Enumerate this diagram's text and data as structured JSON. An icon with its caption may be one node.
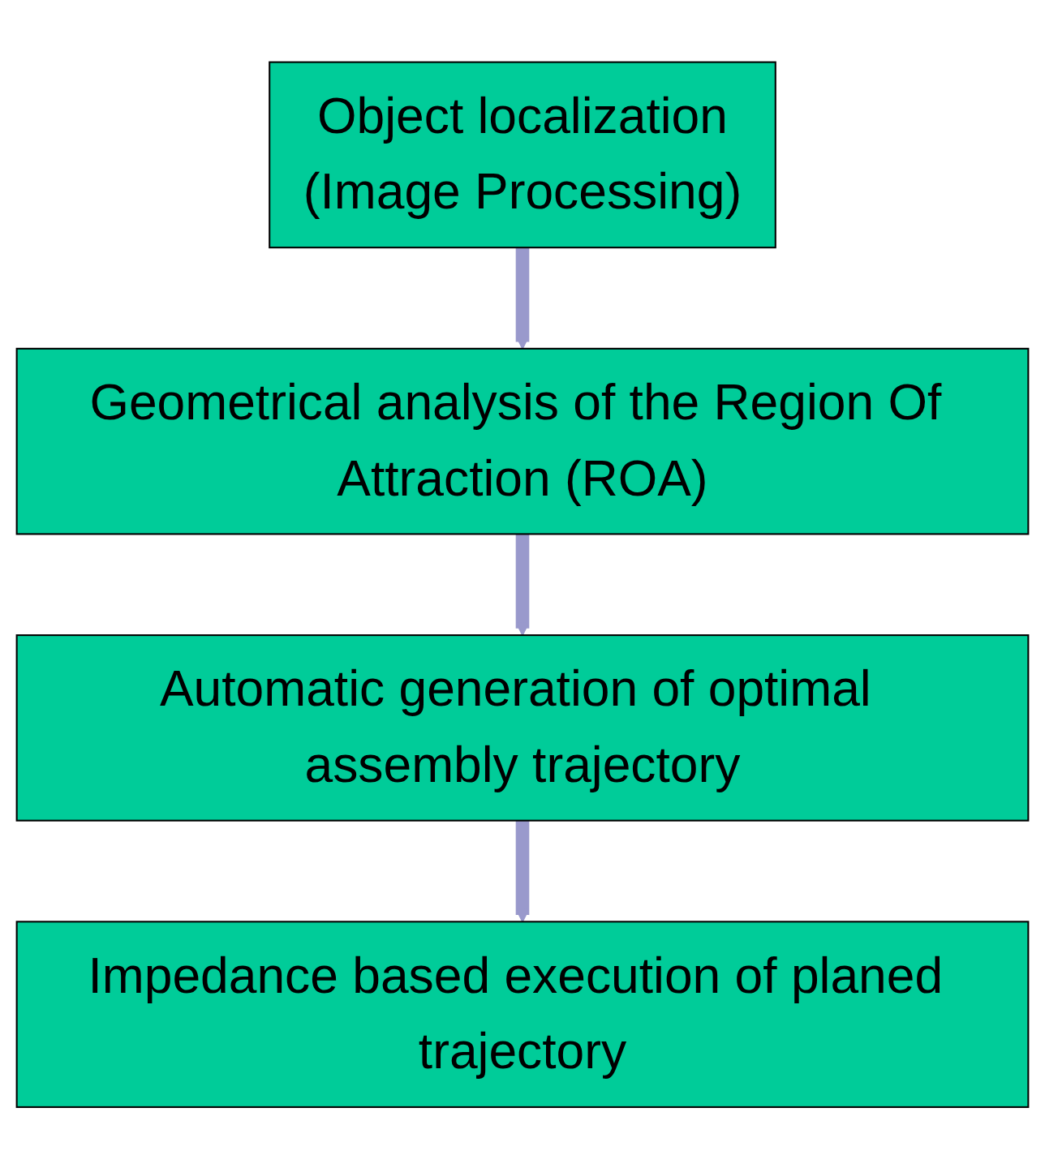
{
  "diagram": {
    "nodes": [
      {
        "text": [
          "Object localization",
          "(Image Processing)"
        ]
      },
      {
        "text": [
          "Geometrical analysis of the Region Of Attraction (ROA)"
        ]
      },
      {
        "text": [
          "Automatic generation of optimal assembly trajectory"
        ]
      },
      {
        "text": [
          "Impedance based execution of planed trajectory"
        ]
      }
    ],
    "edges": [
      {
        "from": 0,
        "to": 1,
        "arrow": "to"
      },
      {
        "from": 1,
        "to": 2,
        "arrow": "to"
      },
      {
        "from": 2,
        "to": 3,
        "arrow": "to"
      }
    ]
  }
}
